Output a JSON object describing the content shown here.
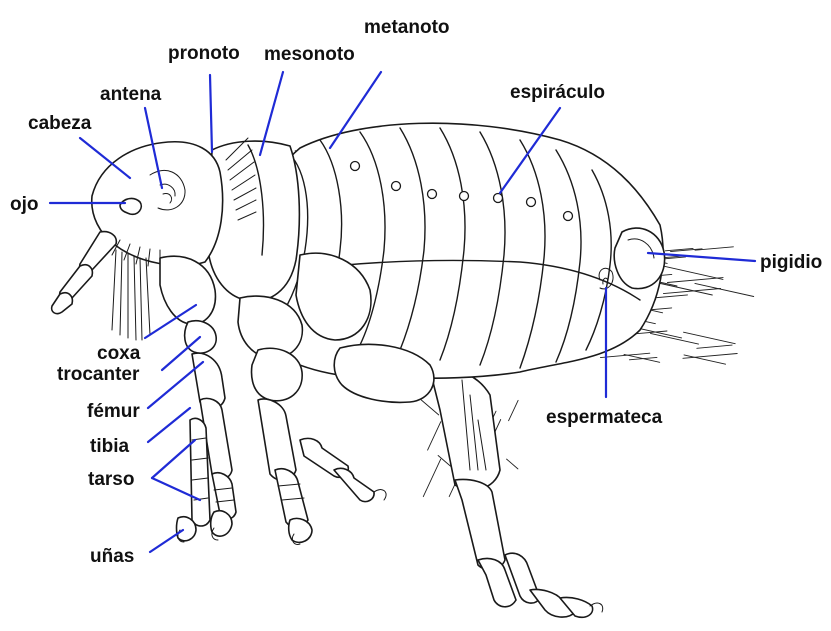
{
  "colors": {
    "leader": "#1f2bd6",
    "label": "#111111",
    "ink": "#1a1a1a"
  },
  "labels": {
    "cabeza": "cabeza",
    "antena": "antena",
    "pronoto": "pronoto",
    "mesonoto": "mesonoto",
    "metanoto": "metanoto",
    "espiraculo": "espiráculo",
    "ojo": "ojo",
    "pigidio": "pigidio",
    "coxa": "coxa",
    "trocanter": "trocanter",
    "femur": "fémur",
    "tibia": "tibia",
    "tarso": "tarso",
    "espermateca": "espermateca",
    "unas": "uñas"
  }
}
